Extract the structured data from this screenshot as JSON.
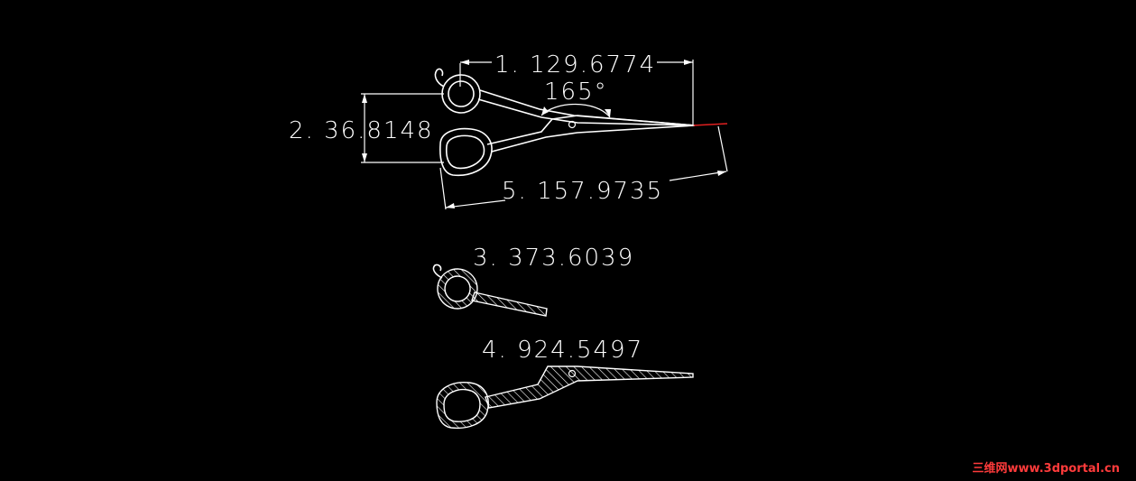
{
  "dimensions": {
    "d1": "1. 129.6774",
    "d2": "2. 36.8148",
    "d3": "3. 373.6039",
    "d4": "4. 924.5497",
    "d5": "5. 157.9735",
    "angle": "165°"
  },
  "colors": {
    "background": "#000000",
    "lines": "#ffffff",
    "highlight": "#e02020",
    "watermark": "#ff3b3b"
  },
  "watermark": {
    "text": "三维网www.3dportal.cn"
  }
}
